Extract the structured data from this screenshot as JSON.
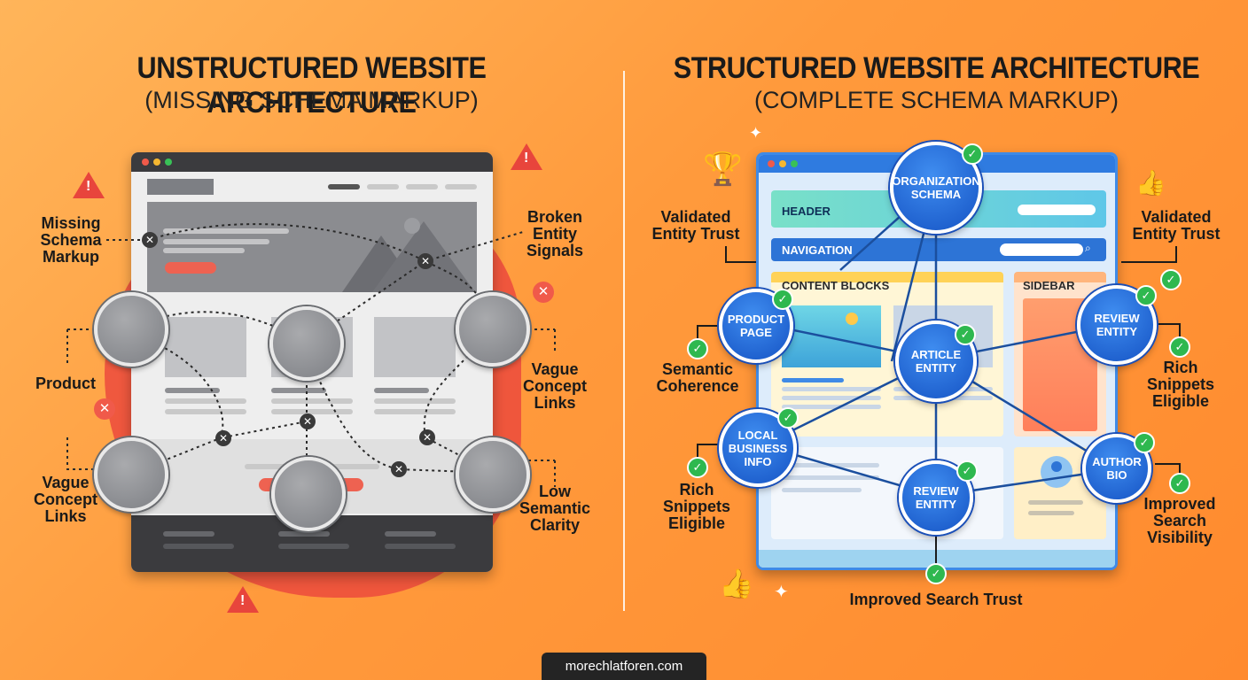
{
  "left": {
    "title": "UNSTRUCTURED WEBSITE ARCHITECTURE",
    "subtitle": "(MISSING SCHEMA MARKUP)",
    "labels": {
      "missing_schema": "Missing\nSchema\nMarkup",
      "broken_entity": "Broken\nEntity\nSignals",
      "product": "Product",
      "vague_right": "Vague\nConcept\nLinks",
      "vague_left": "Vague\nConcept\nLinks",
      "low_semantic": "Low\nSemantic\nClarity"
    }
  },
  "right": {
    "title": "STRUCTURED WEBSITE ARCHITECTURE",
    "subtitle": "(COMPLETE SCHEMA MARKUP)",
    "sections": {
      "header": "HEADER",
      "navigation": "NAVIGATION",
      "content_blocks": "CONTENT BLOCKS",
      "sidebar": "SIDEBAR"
    },
    "nodes": {
      "organization": "ORGANIZATION\nSCHEMA",
      "product": "PRODUCT\nPAGE",
      "article": "ARTICLE\nENTITY",
      "review_top": "REVIEW\nENTITY",
      "local_business": "LOCAL\nBUSINESS\nINFO",
      "review_bottom": "REVIEW\nENTITY",
      "author": "AUTHOR\nBIO"
    },
    "labels": {
      "validated_left": "Validated\nEntity Trust",
      "validated_right": "Validated\nEntity Trust",
      "semantic": "Semantic\nCoherence",
      "rich_right": "Rich\nSnippets\nEligible",
      "rich_left": "Rich\nSnippets\nEligible",
      "improved_visibility": "Improved\nSearch\nVisibility",
      "improved_trust": "Improved Search Trust"
    }
  },
  "footer": "morechlatforen.com",
  "colors": {
    "background": "#ff9a3c",
    "node_blue": "#1a5fd0",
    "check_green": "#2eb84f",
    "error_red": "#f05a4a"
  }
}
